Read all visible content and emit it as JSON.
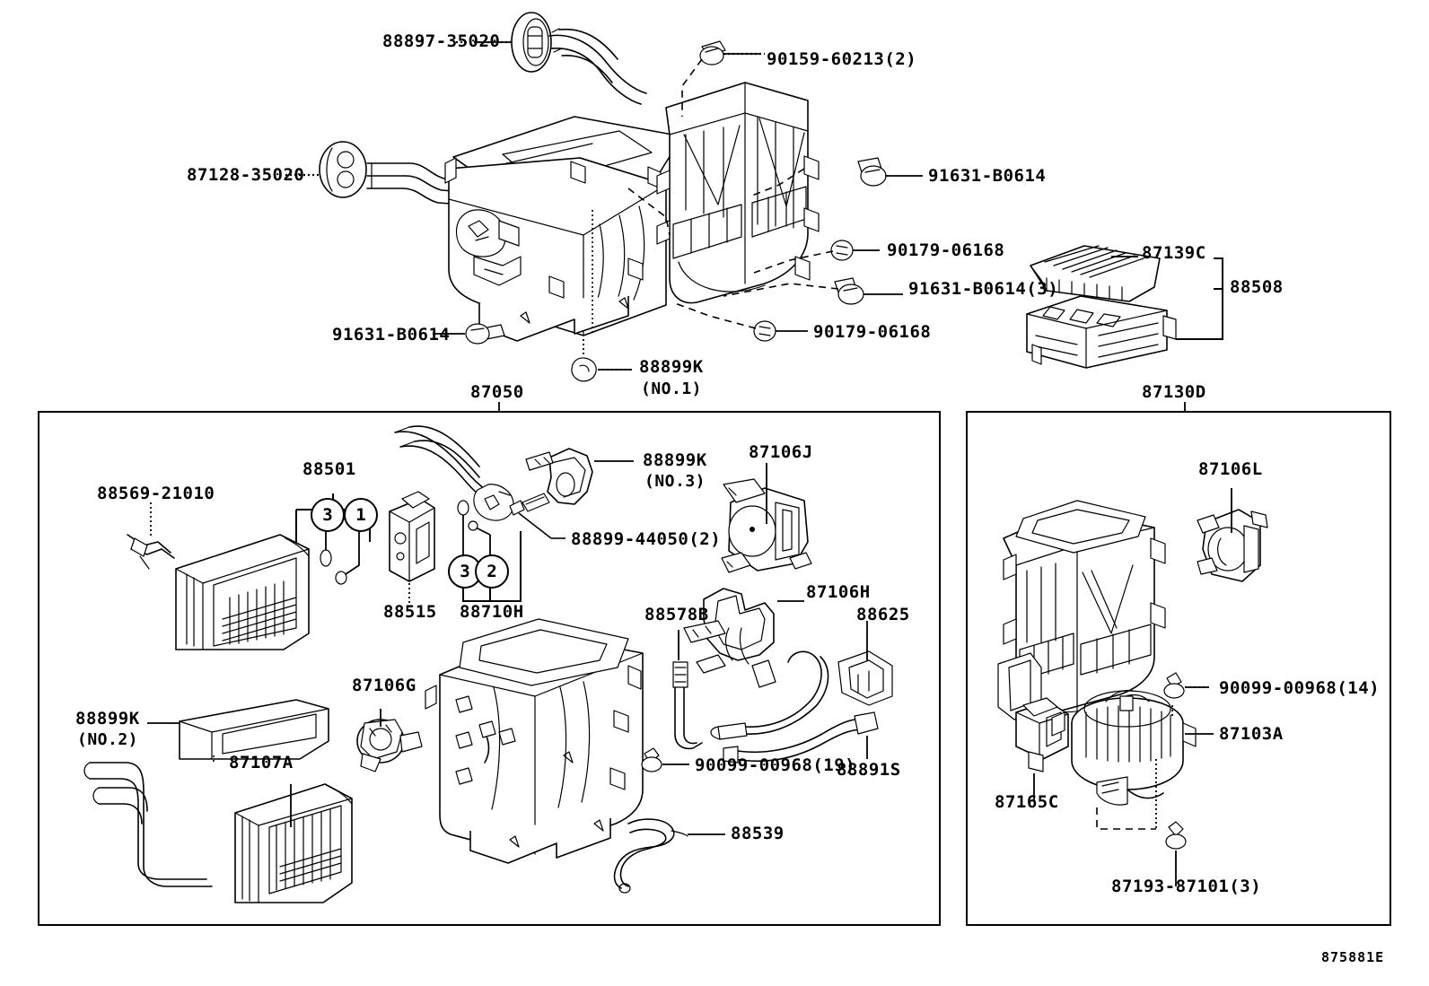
{
  "diagram": {
    "title": "Toyota Heater & Air Conditioning Unit Parts Diagram",
    "sheet_code": "875881E"
  },
  "top_section": {
    "labels": [
      {
        "id": "t1",
        "text": "88897-35020"
      },
      {
        "id": "t2",
        "text": "90159-60213(2)"
      },
      {
        "id": "t3",
        "text": "87128-35020"
      },
      {
        "id": "t4",
        "text": "91631-B0614"
      },
      {
        "id": "t5",
        "text": "90179-06168"
      },
      {
        "id": "t6",
        "text": "91631-B0614(3)"
      },
      {
        "id": "t7",
        "text": "91631-B0614"
      },
      {
        "id": "t8",
        "text": "90179-06168"
      },
      {
        "id": "t9",
        "text": "88899K"
      },
      {
        "id": "t9b",
        "text": "(NO.1)"
      },
      {
        "id": "t10",
        "text": "87139C"
      },
      {
        "id": "t11",
        "text": "88508"
      }
    ]
  },
  "left_panel": {
    "group_label": "87050",
    "labels": [
      {
        "id": "l1",
        "text": "88569-21010"
      },
      {
        "id": "l2",
        "text": "88501"
      },
      {
        "id": "l3",
        "text": "88515"
      },
      {
        "id": "l4",
        "text": "88710H"
      },
      {
        "id": "l5",
        "text": "88899K"
      },
      {
        "id": "l5b",
        "text": "(NO.3)"
      },
      {
        "id": "l6",
        "text": "88899-44050(2)"
      },
      {
        "id": "l7",
        "text": "87106J"
      },
      {
        "id": "l8",
        "text": "87106H"
      },
      {
        "id": "l9",
        "text": "88578B"
      },
      {
        "id": "l10",
        "text": "88625"
      },
      {
        "id": "l11",
        "text": "88899K"
      },
      {
        "id": "l11b",
        "text": "(NO.2)"
      },
      {
        "id": "l12",
        "text": "87107A"
      },
      {
        "id": "l13",
        "text": "87106G"
      },
      {
        "id": "l14",
        "text": "90099-00968(19)"
      },
      {
        "id": "l15",
        "text": "88891S"
      },
      {
        "id": "l16",
        "text": "88539"
      }
    ],
    "callout_numbers": [
      "3",
      "1",
      "3",
      "2"
    ]
  },
  "right_panel": {
    "group_label": "87130D",
    "labels": [
      {
        "id": "r1",
        "text": "87106L"
      },
      {
        "id": "r2",
        "text": "90099-00968(14)"
      },
      {
        "id": "r3",
        "text": "87103A"
      },
      {
        "id": "r4",
        "text": "87165C"
      },
      {
        "id": "r5",
        "text": "87193-87101(3)"
      }
    ]
  }
}
